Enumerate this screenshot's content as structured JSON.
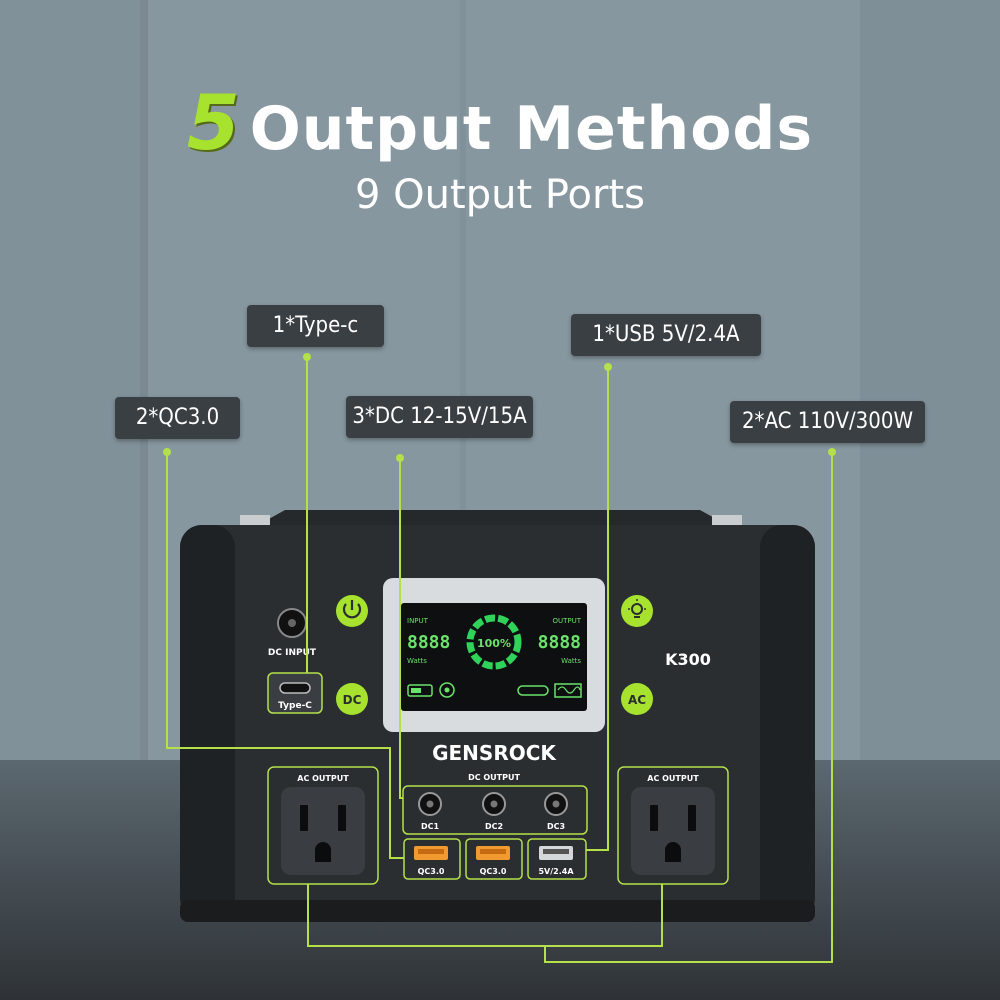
{
  "headline": {
    "number": "5",
    "title": "Output Methods",
    "subtitle": "9 Output Ports"
  },
  "tags": {
    "type_c": "1*Type-c",
    "qc": "2*QC3.0",
    "dc": "3*DC 12-15V/15A",
    "usb": "1*USB 5V/2.4A",
    "ac": "2*AC 110V/300W"
  },
  "device": {
    "brand": "GENSROCK",
    "model": "K300",
    "dc_input_label": "DC INPUT",
    "type_c_label": "Type-C",
    "dc_button_label": "DC",
    "ac_button_label": "AC",
    "ac_output_left_label": "AC OUTPUT",
    "ac_output_right_label": "AC OUTPUT",
    "dc_output_label": "DC OUTPUT",
    "dc_ports": [
      "DC1",
      "DC2",
      "DC3"
    ],
    "usb_ports": [
      "QC3.0",
      "QC3.0",
      "5V/2.4A"
    ]
  },
  "display": {
    "input_label": "INPUT",
    "output_label": "OUTPUT",
    "input_value": "8888",
    "output_value": "8888",
    "input_unit": "Watts",
    "output_unit": "Watts",
    "percent": "100%"
  },
  "colors": {
    "accent": "#a6e22e",
    "guide_line": "#b4e04a",
    "tag_bg": "#3a3f44",
    "body": "#2b2e31"
  },
  "icons": [
    "power-icon",
    "light-icon"
  ]
}
